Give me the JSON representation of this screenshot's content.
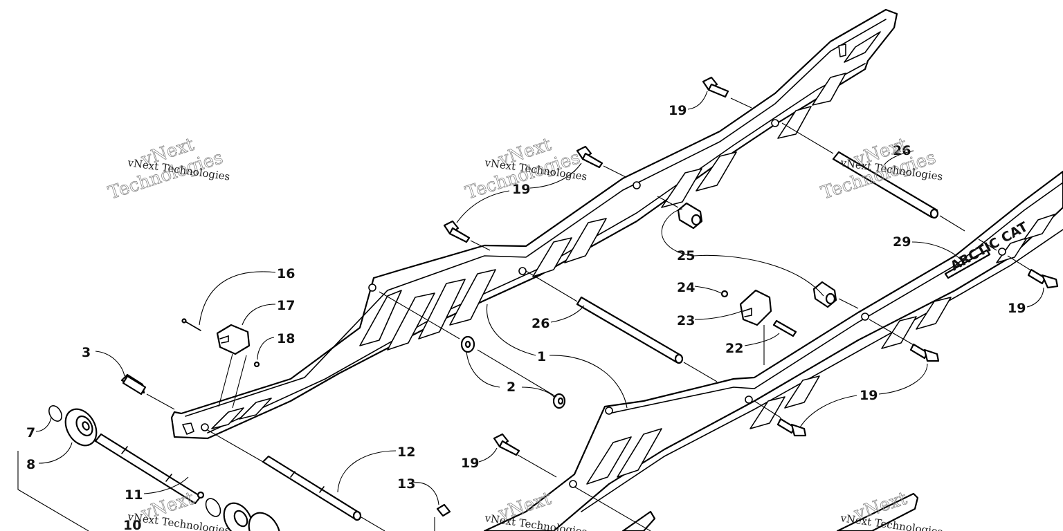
{
  "watermark": {
    "line_small": "vNext Technologies",
    "line_big_1": "vNext",
    "line_big_2": "Technologies"
  },
  "callouts": {
    "c1": "1",
    "c2": "2",
    "c3": "3",
    "c7": "7",
    "c8": "8",
    "c10": "10",
    "c11": "11",
    "c12": "12",
    "c13": "13",
    "c16": "16",
    "c17": "17",
    "c18": "18",
    "c19a": "19",
    "c19b": "19",
    "c19c": "19",
    "c19d": "19",
    "c19e": "19",
    "c22": "22",
    "c23": "23",
    "c24": "24",
    "c25": "25",
    "c26a": "26",
    "c26b": "26",
    "c29": "29"
  },
  "rail_decal": "ARCTIC CAT",
  "colors": {
    "ink": "#000000",
    "paper": "#ffffff",
    "watermark": "#8a8a8a"
  }
}
